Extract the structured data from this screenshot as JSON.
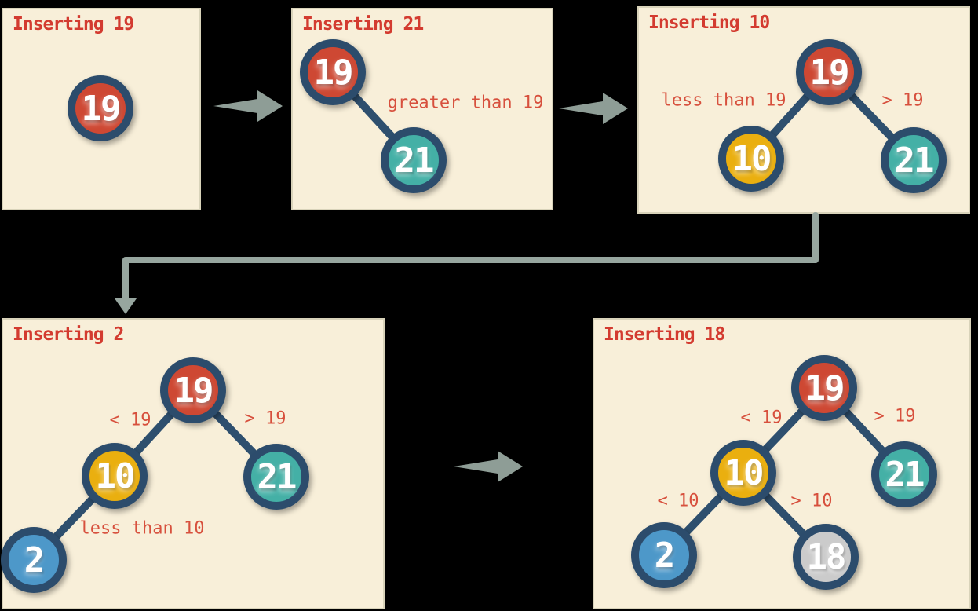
{
  "colors": {
    "canvas_bg": "#000000",
    "panel_bg": "#f8efd9",
    "panel_border": "#d9d3ba",
    "title_red": "#d33b30",
    "label_red": "#d7503d",
    "node_ring_navy": "#2c4c6c",
    "edge_navy": "#2e4f6e",
    "node_red": "#ce4833",
    "node_yellow": "#eaaf0f",
    "node_teal": "#44b0a6",
    "node_blue": "#4d98c9",
    "node_gray": "#cbcbcb",
    "node_number_white": "#ffffff",
    "arrow_gray": "#8e9d96"
  },
  "arrows": {
    "step1_to_step2": "right-block-arrow",
    "step2_to_step3": "right-block-arrow",
    "step3_to_step4": "elbow-down-left-arrow",
    "step4_to_step5": "right-block-arrow"
  },
  "panels": [
    {
      "title": "Inserting 19",
      "nodes": [
        {
          "value": "19",
          "color": "red"
        }
      ],
      "labels": [],
      "edges": []
    },
    {
      "title": "Inserting 21",
      "nodes": [
        {
          "value": "19",
          "color": "red"
        },
        {
          "value": "21",
          "color": "teal"
        }
      ],
      "labels": [
        {
          "text": "greater than 19"
        }
      ],
      "edges": [
        [
          "19",
          "21"
        ]
      ]
    },
    {
      "title": "Inserting 10",
      "nodes": [
        {
          "value": "19",
          "color": "red"
        },
        {
          "value": "10",
          "color": "yellow"
        },
        {
          "value": "21",
          "color": "teal"
        }
      ],
      "labels": [
        {
          "text": "less than 19"
        },
        {
          "text": "> 19"
        }
      ],
      "edges": [
        [
          "19",
          "10"
        ],
        [
          "19",
          "21"
        ]
      ]
    },
    {
      "title": "Inserting 2",
      "nodes": [
        {
          "value": "19",
          "color": "red"
        },
        {
          "value": "10",
          "color": "yellow"
        },
        {
          "value": "21",
          "color": "teal"
        },
        {
          "value": "2",
          "color": "blue"
        }
      ],
      "labels": [
        {
          "text": "< 19"
        },
        {
          "text": "> 19"
        },
        {
          "text": "less than 10"
        }
      ],
      "edges": [
        [
          "19",
          "10"
        ],
        [
          "19",
          "21"
        ],
        [
          "10",
          "2"
        ]
      ]
    },
    {
      "title": "Inserting 18",
      "nodes": [
        {
          "value": "19",
          "color": "red"
        },
        {
          "value": "10",
          "color": "yellow"
        },
        {
          "value": "21",
          "color": "teal"
        },
        {
          "value": "2",
          "color": "blue"
        },
        {
          "value": "18",
          "color": "gray"
        }
      ],
      "labels": [
        {
          "text": "< 19"
        },
        {
          "text": "> 19"
        },
        {
          "text": "< 10"
        },
        {
          "text": "> 10"
        }
      ],
      "edges": [
        [
          "19",
          "10"
        ],
        [
          "19",
          "21"
        ],
        [
          "10",
          "2"
        ],
        [
          "10",
          "18"
        ]
      ]
    }
  ]
}
